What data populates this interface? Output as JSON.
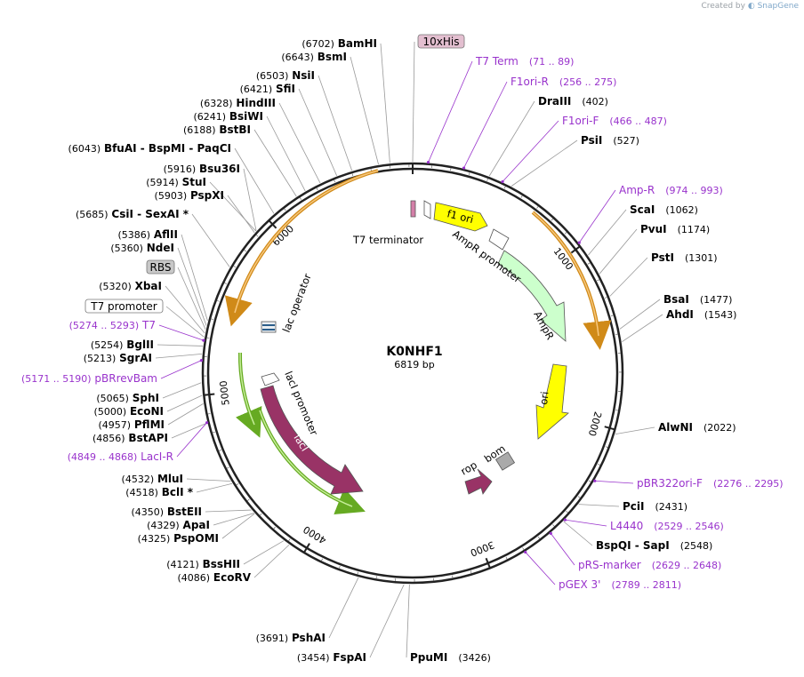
{
  "plasmid": {
    "name": "K0NHF1",
    "size_label": "6819 bp",
    "length": 6819
  },
  "watermark": {
    "prefix": "Created by",
    "brand": "SnapGene"
  },
  "colors": {
    "enzyme": "#000000",
    "primer": "#9933cc",
    "line": "#999999"
  },
  "tick_labels": [
    {
      "text": "1000",
      "pos": 1000
    },
    {
      "text": "2000",
      "pos": 2000
    },
    {
      "text": "3000",
      "pos": 3000
    },
    {
      "text": "4000",
      "pos": 4000
    },
    {
      "text": "5000",
      "pos": 5000
    },
    {
      "text": "6000",
      "pos": 6000
    }
  ],
  "right_labels": [
    {
      "kind": "feature",
      "name": "10xHis",
      "pos": 6819
    },
    {
      "kind": "primer",
      "name": "T7 Term",
      "coords": "(71 .. 89)",
      "pos": 80
    },
    {
      "kind": "primer",
      "name": "F1ori-R",
      "coords": "(256 .. 275)",
      "pos": 265
    },
    {
      "kind": "enzyme",
      "name": "DraIII",
      "coords": "(402)",
      "pos": 402
    },
    {
      "kind": "primer",
      "name": "F1ori-F",
      "coords": "(466 .. 487)",
      "pos": 476
    },
    {
      "kind": "enzyme",
      "name": "PsiI",
      "coords": "(527)",
      "pos": 527
    },
    {
      "kind": "primer",
      "name": "Amp-R",
      "coords": "(974 .. 993)",
      "pos": 983
    },
    {
      "kind": "enzyme",
      "name": "ScaI",
      "coords": "(1062)",
      "pos": 1062
    },
    {
      "kind": "enzyme",
      "name": "PvuI",
      "coords": "(1174)",
      "pos": 1174
    },
    {
      "kind": "enzyme",
      "name": "PstI",
      "coords": "(1301)",
      "pos": 1301
    },
    {
      "kind": "enzyme",
      "name": "BsaI",
      "coords": "(1477)",
      "pos": 1477
    },
    {
      "kind": "enzyme",
      "name": "AhdI",
      "coords": "(1543)",
      "pos": 1543
    },
    {
      "kind": "enzyme",
      "name": "AlwNI",
      "coords": "(2022)",
      "pos": 2022
    },
    {
      "kind": "primer",
      "name": "pBR322ori-F",
      "coords": "(2276 .. 2295)",
      "pos": 2285
    },
    {
      "kind": "enzyme",
      "name": "PciI",
      "coords": "(2431)",
      "pos": 2431
    },
    {
      "kind": "primer",
      "name": "L4440",
      "coords": "(2529 .. 2546)",
      "pos": 2537
    },
    {
      "kind": "enzyme",
      "name": "BspQI  -  SapI",
      "coords": "(2548)",
      "pos": 2548
    },
    {
      "kind": "primer",
      "name": "pRS-marker",
      "coords": "(2629 .. 2648)",
      "pos": 2638
    },
    {
      "kind": "primer",
      "name": "pGEX 3'",
      "coords": "(2789 .. 2811)",
      "pos": 2800
    },
    {
      "kind": "enzyme",
      "name": "PpuMI",
      "coords": "(3426)",
      "pos": 3426
    }
  ],
  "left_labels": [
    {
      "kind": "enzyme",
      "name": "BamHI",
      "coords": "(6702)",
      "pos": 6702
    },
    {
      "kind": "enzyme",
      "name": "BsmI",
      "coords": "(6643)",
      "pos": 6643
    },
    {
      "kind": "enzyme",
      "name": "NsiI",
      "coords": "(6503)",
      "pos": 6503
    },
    {
      "kind": "enzyme",
      "name": "SfiI",
      "coords": "(6421)",
      "pos": 6421
    },
    {
      "kind": "enzyme",
      "name": "HindIII",
      "coords": "(6328)",
      "pos": 6328
    },
    {
      "kind": "enzyme",
      "name": "BsiWI",
      "coords": "(6241)",
      "pos": 6241
    },
    {
      "kind": "enzyme",
      "name": "BstBI",
      "coords": "(6188)",
      "pos": 6188
    },
    {
      "kind": "enzyme",
      "name": "BfuAI  -  BspMI  -  PaqCI",
      "coords": "(6043)",
      "pos": 6043
    },
    {
      "kind": "enzyme",
      "name": "Bsu36I",
      "coords": "(5916)",
      "pos": 5916
    },
    {
      "kind": "enzyme",
      "name": "StuI",
      "coords": "(5914)",
      "pos": 5914
    },
    {
      "kind": "enzyme",
      "name": "PspXI",
      "coords": "(5903)",
      "pos": 5903
    },
    {
      "kind": "enzyme",
      "name": "CsiI  -  SexAI *",
      "coords": "(5685)",
      "pos": 5685
    },
    {
      "kind": "enzyme",
      "name": "AflII",
      "coords": "(5386)",
      "pos": 5386
    },
    {
      "kind": "enzyme",
      "name": "NdeI",
      "coords": "(5360)",
      "pos": 5360
    },
    {
      "kind": "feature",
      "name": "RBS",
      "pos": 5340
    },
    {
      "kind": "enzyme",
      "name": "XbaI",
      "coords": "(5320)",
      "pos": 5320
    },
    {
      "kind": "feature",
      "name": "T7 promoter",
      "pos": 5300
    },
    {
      "kind": "primer",
      "name": "T7",
      "coords": "(5274 .. 5293)",
      "pos": 5283
    },
    {
      "kind": "enzyme",
      "name": "BglII",
      "coords": "(5254)",
      "pos": 5254
    },
    {
      "kind": "enzyme",
      "name": "SgrAI",
      "coords": "(5213)",
      "pos": 5213
    },
    {
      "kind": "primer",
      "name": "pBRrevBam",
      "coords": "(5171 .. 5190)",
      "pos": 5180
    },
    {
      "kind": "enzyme",
      "name": "SphI",
      "coords": "(5065)",
      "pos": 5065
    },
    {
      "kind": "enzyme",
      "name": "EcoNI",
      "coords": "(5000)",
      "pos": 5000
    },
    {
      "kind": "enzyme",
      "name": "PflMI",
      "coords": "(4957)",
      "pos": 4957
    },
    {
      "kind": "enzyme",
      "name": "BstAPI",
      "coords": "(4856)",
      "pos": 4856
    },
    {
      "kind": "primer",
      "name": "LacI-R",
      "coords": "(4849 .. 4868)",
      "pos": 4858
    },
    {
      "kind": "enzyme",
      "name": "MluI",
      "coords": "(4532)",
      "pos": 4532
    },
    {
      "kind": "enzyme",
      "name": "BclI *",
      "coords": "(4518)",
      "pos": 4518
    },
    {
      "kind": "enzyme",
      "name": "BstEII",
      "coords": "(4350)",
      "pos": 4350
    },
    {
      "kind": "enzyme",
      "name": "ApaI",
      "coords": "(4329)",
      "pos": 4329
    },
    {
      "kind": "enzyme",
      "name": "PspOMI",
      "coords": "(4325)",
      "pos": 4325
    },
    {
      "kind": "enzyme",
      "name": "BssHII",
      "coords": "(4121)",
      "pos": 4121
    },
    {
      "kind": "enzyme",
      "name": "EcoRV",
      "coords": "(4086)",
      "pos": 4086
    },
    {
      "kind": "enzyme",
      "name": "PshAI",
      "coords": "(3691)",
      "pos": 3691
    },
    {
      "kind": "enzyme",
      "name": "FspAI",
      "coords": "(3454)",
      "pos": 3454
    }
  ],
  "features": [
    {
      "name": "T7 terminator",
      "color": "#d47fa8"
    },
    {
      "name": "f1 ori",
      "color": "#ffff00"
    },
    {
      "name": "AmpR promoter",
      "color": "#ffffff"
    },
    {
      "name": "AmpR",
      "color": "#ccffcc"
    },
    {
      "name": "ori",
      "color": "#ffff00"
    },
    {
      "name": "rop",
      "color": "#993366"
    },
    {
      "name": "bom",
      "color": "#aaaaaa"
    },
    {
      "name": "lacI",
      "color": "#993366"
    },
    {
      "name": "lacI promoter",
      "color": "#ffffff"
    },
    {
      "name": "lac operator",
      "color": "#ffffff"
    }
  ]
}
